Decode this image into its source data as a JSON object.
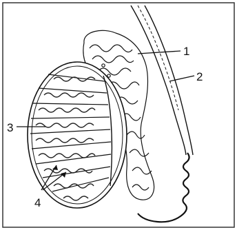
{
  "diagram": {
    "labels": [
      {
        "id": "label-1",
        "text": "1"
      },
      {
        "id": "label-2",
        "text": "2"
      },
      {
        "id": "label-3",
        "text": "3"
      },
      {
        "id": "label-4",
        "text": "4"
      }
    ]
  },
  "colors": {
    "ink": "#111111",
    "background": "#ffffff",
    "frame": "#333333"
  }
}
